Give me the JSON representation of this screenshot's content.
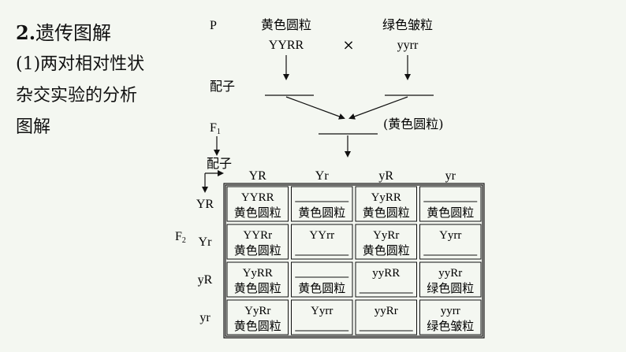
{
  "heading": {
    "number": "2.",
    "title": "遗传图解"
  },
  "description": [
    "(1)两对相对性状",
    "杂交实验的分析",
    "图解"
  ],
  "labels": {
    "p": "P",
    "cross": "×",
    "gamete": "配子",
    "f1_letter": "F",
    "f1_sub": "1",
    "f2_letter": "F",
    "f2_sub": "2",
    "f1_phenotype": "(黄色圆粒)",
    "gamete_corner": "配子"
  },
  "parents": [
    {
      "phenotype": "黄色圆粒",
      "genotype": "YYRR"
    },
    {
      "phenotype": "绿色皱粒",
      "genotype": "yyrr"
    }
  ],
  "f2_table": {
    "col_gametes": [
      "YR",
      "Yr",
      "yR",
      "yr"
    ],
    "row_gametes": [
      "YR",
      "Yr",
      "yR",
      "yr"
    ],
    "cells": [
      [
        {
          "genotype": "YYRR",
          "phenotype": "黄色圆粒"
        },
        {
          "genotype": "",
          "phenotype": "黄色圆粒"
        },
        {
          "genotype": "YyRR",
          "phenotype": "黄色圆粒"
        },
        {
          "genotype": "",
          "phenotype": "黄色圆粒"
        }
      ],
      [
        {
          "genotype": "YYRr",
          "phenotype": "黄色圆粒"
        },
        {
          "genotype": "YYrr",
          "phenotype": ""
        },
        {
          "genotype": "YyRr",
          "phenotype": "黄色圆粒"
        },
        {
          "genotype": "Yyrr",
          "phenotype": ""
        }
      ],
      [
        {
          "genotype": "YyRR",
          "phenotype": "黄色圆粒"
        },
        {
          "genotype": "",
          "phenotype": "黄色圆粒"
        },
        {
          "genotype": "yyRR",
          "phenotype": ""
        },
        {
          "genotype": "yyRr",
          "phenotype": "绿色圆粒"
        }
      ],
      [
        {
          "genotype": "YyRr",
          "phenotype": "黄色圆粒"
        },
        {
          "genotype": "Yyrr",
          "phenotype": ""
        },
        {
          "genotype": "yyRr",
          "phenotype": ""
        },
        {
          "genotype": "yyrr",
          "phenotype": "绿色皱粒"
        }
      ]
    ]
  }
}
